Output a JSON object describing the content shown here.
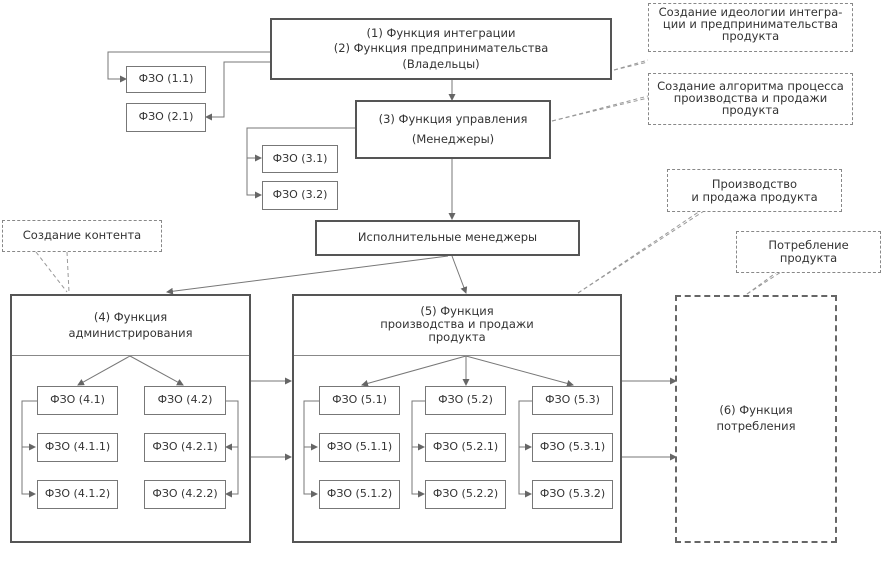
{
  "owners": {
    "line1": "(1) Функция интеграции",
    "line2": "(2) Функция предпринимательства",
    "line3": "(Владельцы)"
  },
  "managers": {
    "line1": "(3) Функция управления",
    "line2": "(Менеджеры)"
  },
  "executives": "Исполнительные менеджеры",
  "admin": {
    "line1": "(4) Функция",
    "line2": "администрирования"
  },
  "production": {
    "line1": "(5) Функция",
    "line2": "производства и продажи",
    "line3": "продукта"
  },
  "consumption": {
    "line1": "(6) Функция",
    "line2": "потребления"
  },
  "notes": {
    "ideology": [
      "Создание идеологии интегра-",
      "ции и предпринимательства",
      "продукта"
    ],
    "algorithm": [
      "Создание алгоритма процесса",
      "производства и продажи",
      "продукта"
    ],
    "prodsale": [
      "Производство",
      "и продажа продукта"
    ],
    "consume": [
      "Потребление",
      "продукта"
    ],
    "content": [
      "Создание контента"
    ]
  },
  "fzo": {
    "f11": "ФЗО (1.1)",
    "f21": "ФЗО (2.1)",
    "f31": "ФЗО (3.1)",
    "f32": "ФЗО (3.2)",
    "f41": "ФЗО (4.1)",
    "f411": "ФЗО (4.1.1)",
    "f412": "ФЗО (4.1.2)",
    "f42": "ФЗО (4.2)",
    "f421": "ФЗО (4.2.1)",
    "f422": "ФЗО (4.2.2)",
    "f51": "ФЗО (5.1)",
    "f511": "ФЗО (5.1.1)",
    "f512": "ФЗО (5.1.2)",
    "f52": "ФЗО (5.2)",
    "f521": "ФЗО (5.2.1)",
    "f522": "ФЗО (5.2.2)",
    "f53": "ФЗО (5.3)",
    "f531": "ФЗО (5.3.1)",
    "f532": "ФЗО (5.3.2)"
  }
}
